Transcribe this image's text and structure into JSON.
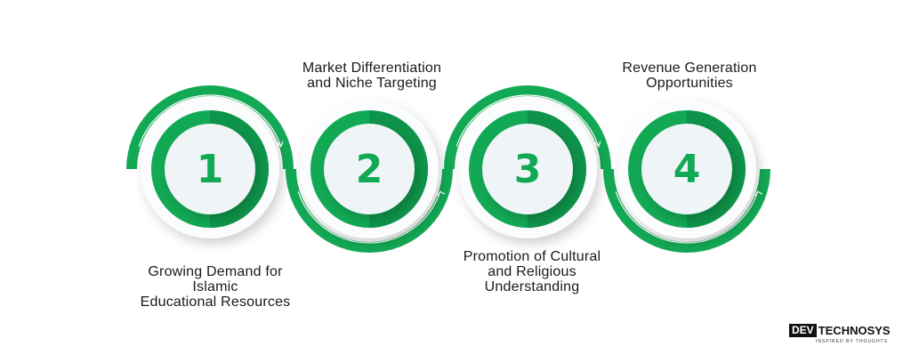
{
  "colors": {
    "green": "#12a955",
    "green_dark": "#0e944a",
    "inner": "#eff4f7",
    "arrow": "#ffffff"
  },
  "steps": [
    {
      "number": "1",
      "label": "Growing Demand for Islamic Educational Resources",
      "label_lines": [
        "Growing Demand for",
        "Islamic",
        "Educational Resources"
      ]
    },
    {
      "number": "2",
      "label": "Market Differentiation and Niche Targeting",
      "label_lines": [
        "Market Differentiation",
        "and Niche Targeting"
      ]
    },
    {
      "number": "3",
      "label": "Promotion of Cultural and Religious Understanding",
      "label_lines": [
        "Promotion of Cultural",
        "and Religious",
        "Understanding"
      ]
    },
    {
      "number": "4",
      "label": "Revenue Generation Opportunities",
      "label_lines": [
        "Revenue Generation",
        "Opportunities"
      ]
    }
  ],
  "logo": {
    "text": "DEV TECHNOSYS",
    "tagline": "INSPIRED BY THOUGHTS"
  }
}
